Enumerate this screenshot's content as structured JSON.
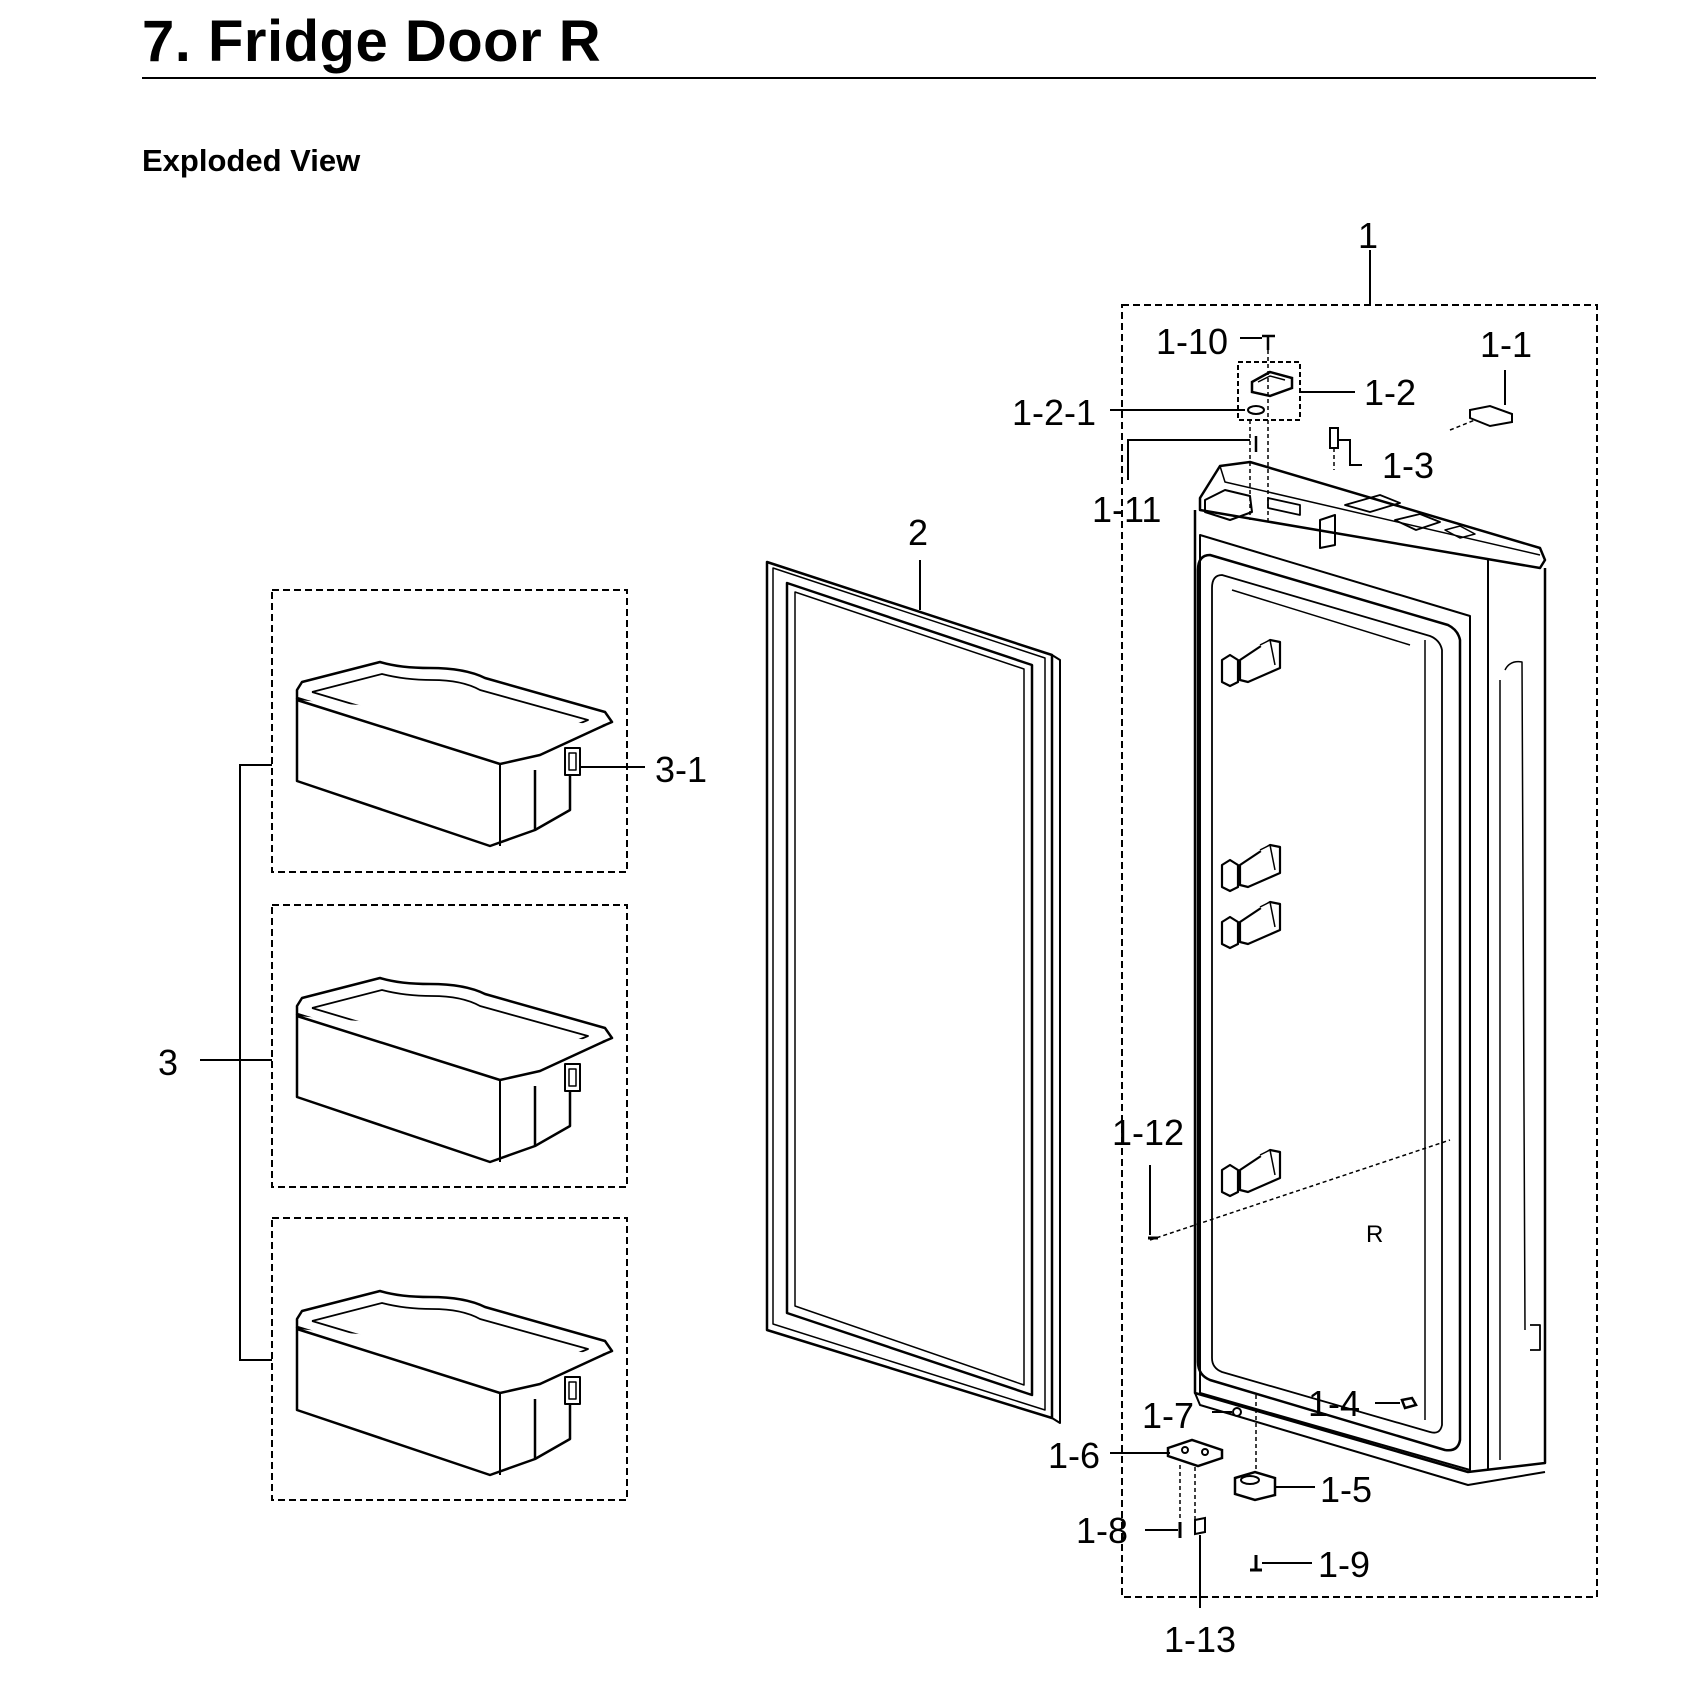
{
  "header": {
    "title": "7.  Fridge Door R",
    "subtitle": "Exploded View"
  },
  "diagram": {
    "door_marking": "R",
    "callouts": {
      "c_1": "1",
      "c_1_1": "1-1",
      "c_1_2": "1-2",
      "c_1_2_1": "1-2-1",
      "c_1_3": "1-3",
      "c_1_4": "1-4",
      "c_1_5": "1-5",
      "c_1_6": "1-6",
      "c_1_7": "1-7",
      "c_1_8": "1-8",
      "c_1_9": "1-9",
      "c_1_10": "1-10",
      "c_1_11": "1-11",
      "c_1_12": "1-12",
      "c_1_13": "1-13",
      "c_2": "2",
      "c_3": "3",
      "c_3_1": "3-1"
    }
  }
}
